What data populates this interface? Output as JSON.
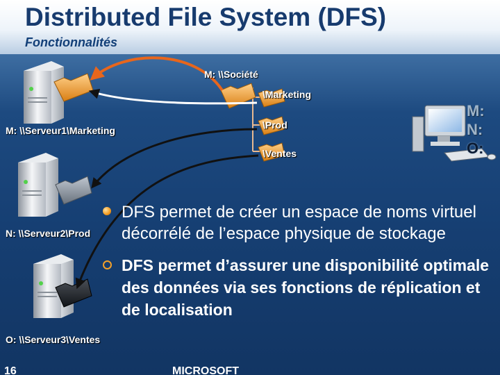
{
  "title": "Distributed File System (DFS)",
  "subtitle": "Fonctionnalités",
  "diagram": {
    "root_label": "M: \\\\Société",
    "namespace_folders": [
      "\\Marketing",
      "\\Prod",
      "\\Ventes"
    ],
    "server_targets": [
      "M: \\\\Serveur1\\Marketing",
      "N: \\\\Serveur2\\Prod",
      "O: \\\\Serveur3\\Ventes"
    ],
    "client_drives": [
      "M:",
      "N:",
      "O:"
    ],
    "icons": [
      "server-icon",
      "folder-icon",
      "client-computer-icon",
      "curved-arrow"
    ],
    "colors": {
      "arrow_orange": "#e8661c",
      "arrow_black": "#111111",
      "folder": "#f2a33a",
      "background": "#1d4a80"
    }
  },
  "bullets": [
    {
      "text": "DFS permet de créer un espace de noms virtuel décorrélé de l’espace physique de stockage",
      "marker": "filled-dot"
    },
    {
      "text": "DFS permet d’assurer une disponibilité optimale des données via ses fonctions de réplication et de localisation",
      "marker": "ring"
    }
  ],
  "footer": {
    "slide_number": "16",
    "brand": "MICROSOFT"
  }
}
